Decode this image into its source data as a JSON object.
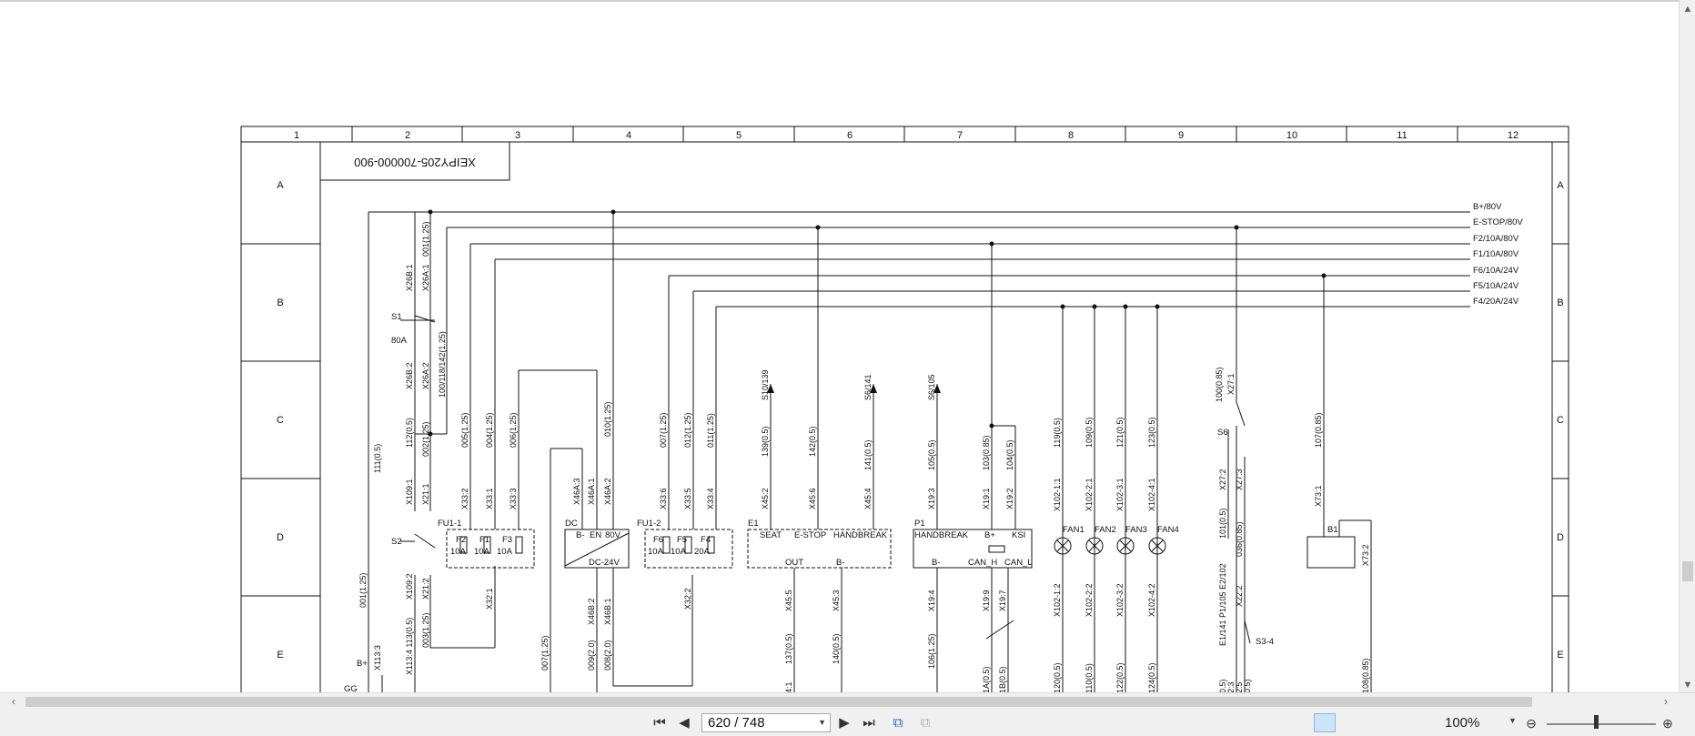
{
  "drawing": {
    "title_block": "XEIPY205-700000-900",
    "columns": [
      "1",
      "2",
      "3",
      "4",
      "5",
      "6",
      "7",
      "8",
      "9",
      "10",
      "11",
      "12"
    ],
    "rows": [
      "A",
      "B",
      "C",
      "D",
      "E"
    ],
    "rail_labels": [
      "B+/80V",
      "E-STOP/80V",
      "F2/10A/80V",
      "F1/10A/80V",
      "F6/10A/24V",
      "F5/10A/24V",
      "F4/20A/24V"
    ],
    "components": {
      "s1": "S1",
      "s1_rating": "80A",
      "s2": "S2",
      "fu1_1": "FU1-1",
      "fu1_2": "FU1-2",
      "f2": "F2",
      "f1": "F1",
      "f3": "F3",
      "f6": "F6",
      "f5": "F5",
      "f4": "F4",
      "f2_r": "10A",
      "f1_r": "10A",
      "f3_r": "10A",
      "f6_r": "10A",
      "f5_r": "10A",
      "f4_r": "20A",
      "dc": "DC",
      "dc_bminus": "B-",
      "dc_en": "EN",
      "dc_80v": "80V",
      "dc_out": "DC-24V",
      "e1": "E1",
      "e1_seat": "SEAT",
      "e1_estop": "E-STOP",
      "e1_handbreak": "HANDBREAK",
      "e1_out": "OUT",
      "e1_bminus": "B-",
      "p1": "P1",
      "p1_handbreak": "HANDBREAK",
      "p1_bplus": "B+",
      "p1_ksi": "KSI",
      "p1_bminus": "B-",
      "p1_canh": "CAN_H",
      "p1_canl": "CAN_L",
      "fan1": "FAN1",
      "fan2": "FAN2",
      "fan3": "FAN3",
      "fan4": "FAN4",
      "s6": "S6",
      "s3_4": "S3-4",
      "b1": "B1",
      "bplus": "B+",
      "gg": "GG"
    },
    "wire_labels": {
      "w001": "001(1.25)",
      "w100": "100/118/142(1.25)",
      "w112": "112(0.5)",
      "w002": "002(1.25)",
      "w111": "111(0.5)",
      "w005": "005(1.25)",
      "w004": "004(1.25)",
      "w006": "006(1.25)",
      "w010": "010(1.25)",
      "w007a": "007(1.25)",
      "w012": "012(1.25)",
      "w011": "011(1.25)",
      "w139": "139(0.5)",
      "w142": "142(0.5)",
      "w141": "141(0.5)",
      "w105": "105(0.5)",
      "w103": "103(0.85)",
      "w104": "104(0.5)",
      "w119": "119(0.5)",
      "w109": "109(0.5)",
      "w121": "121(0.5)",
      "w123": "123(0.5)",
      "w100b": "100(0.85)",
      "w101": "101(0.5)",
      "w036": "036(0.85)",
      "w107": "107(0.85)",
      "w001b": "001(1.25)",
      "w113": "X113:4 113(0.5)",
      "w003": "003(1.25)",
      "w007b": "007(1.25)",
      "w009": "009(2.0)",
      "w008": "008(2.0)",
      "w137": "137(0.5)",
      "w140": "140(0.5)",
      "w106": "106(1.25)",
      "w120": "120(0.5)",
      "w110": "110(0.5)",
      "w122": "122(0.5)",
      "w124": "124(0.5)",
      "w108": "108(0.85)"
    },
    "connectors": {
      "x26b1": "X26B:1",
      "x26a1": "X26A:1",
      "x26b2": "X26B:2",
      "x26a2": "X26A:2",
      "x109_1": "X109:1",
      "x21_1": "X21:1",
      "x109_2": "X109:2",
      "x21_2": "X21:2",
      "x33_2": "X33:2",
      "x33_1": "X33:1",
      "x33_3": "X33:3",
      "x32_1": "X32:1",
      "x46a3": "X46A:3",
      "x46a1": "X46A:1",
      "x46a2": "X46A:2",
      "x46b2": "X46B:2",
      "x46b1": "X46B:1",
      "x33_6": "X33:6",
      "x33_5": "X33:5",
      "x33_4": "X33:4",
      "x32_2": "X32:2",
      "x45_2": "X45:2",
      "x45_6": "X45:6",
      "x45_4": "X45:4",
      "x45_5": "X45:5",
      "x45_3": "X45:3",
      "x19_3": "X19:3",
      "x19_1": "X19:1",
      "x19_2": "X19:2",
      "x19_4": "X19:4",
      "x19_9": "X19:9",
      "x19_7": "X19:7",
      "x102_11": "X102-1:1",
      "x102_21": "X102-2:1",
      "x102_31": "X102-3:1",
      "x102_41": "X102-4:1",
      "x102_12": "X102-1:2",
      "x102_22": "X102-2:2",
      "x102_32": "X102-3:2",
      "x102_42": "X102-4:2",
      "x27_1": "X27:1",
      "x27_2": "X27:2",
      "x27_3": "X27:3",
      "x22_2": "X22:2",
      "x73_1": "X73:1",
      "x73_2": "X73:2",
      "x113_3": "X113:3"
    },
    "refs": {
      "s10": "S10/139",
      "s6": "S6/141",
      "s6b": "S6/105",
      "e2": "E1/141 P1/105 E2/102",
      "bottom_a": "4:1",
      "bottom_b": "1A(0.5)",
      "bottom_c": "1B(0.5)",
      "bottom_d": "0.5)",
      "bottom_e": "2:3",
      "bottom_f": "2:5",
      "bottom_g": "0.5)"
    }
  },
  "toolbar": {
    "page_current": "620 / 748",
    "zoom": "100%"
  },
  "icons": {
    "first": "skip-first-icon",
    "prev": "prev-page-icon",
    "next": "next-page-icon",
    "last": "skip-last-icon",
    "rotate": "rotate-view-icon",
    "rotate2": "rotate-view-disabled-icon",
    "zoom_out": "zoom-out-icon",
    "zoom_in": "zoom-in-icon"
  }
}
